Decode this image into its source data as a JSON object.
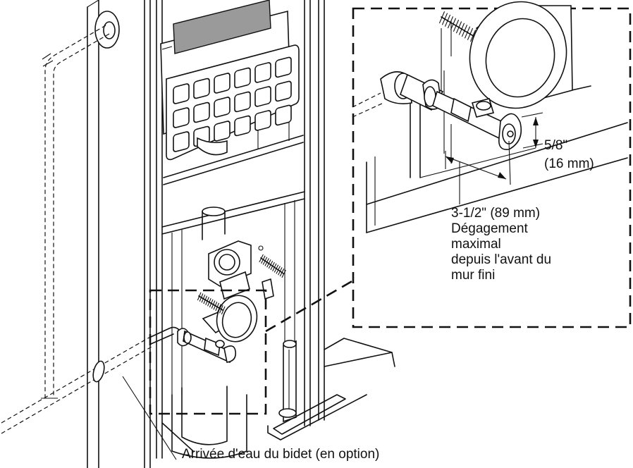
{
  "labels": {
    "dim_small_in": "5/8\"",
    "dim_small_mm": "(16 mm)",
    "dim_large_line1": "3-1/2\" (89 mm)",
    "dim_large_line2": "Dégagement",
    "dim_large_line3": "maximal",
    "dim_large_line4": "depuis l'avant du",
    "dim_large_line5": "mur fini",
    "bidet_supply": "Arrivée d'eau du bidet (en option)"
  },
  "colors": {
    "line": "#111111",
    "shade": "#9a9a9a",
    "background": "#ffffff"
  }
}
